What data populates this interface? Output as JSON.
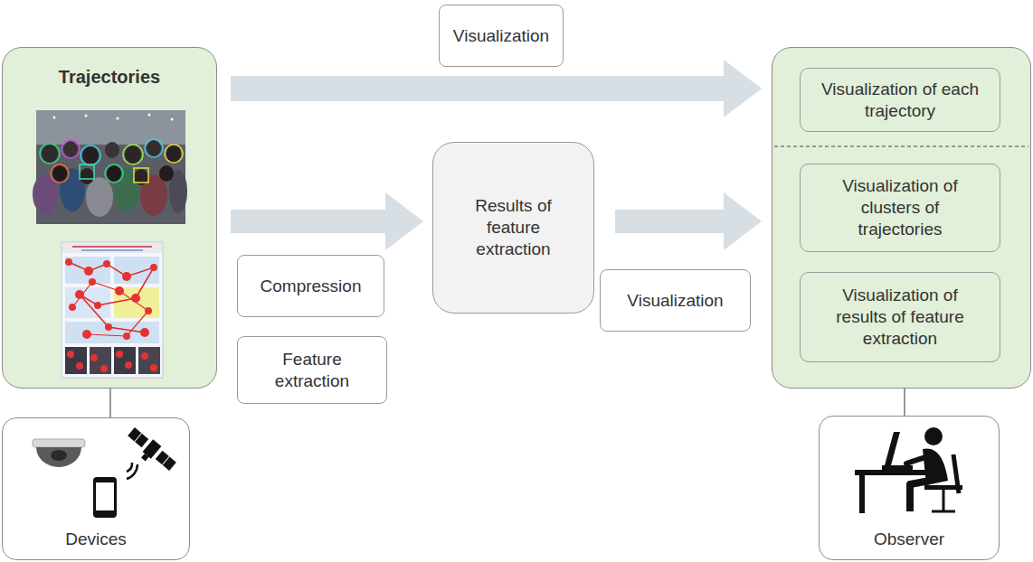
{
  "diagram": {
    "nodes": [
      {
        "text": [
          "Trajectories"
        ]
      },
      {
        "text": [
          "Devices"
        ]
      },
      {
        "text": [
          "Visualization"
        ]
      },
      {
        "text": [
          "Compression"
        ]
      },
      {
        "text": [
          "Feature extraction"
        ]
      },
      {
        "text": [
          "Results of feature extraction"
        ]
      },
      {
        "text": [
          "Visualization"
        ]
      },
      {
        "text": []
      },
      {
        "text": [
          "Visualization of each trajectory"
        ],
        "in": 7
      },
      {
        "text": [
          "Visualization of clusters of trajectories"
        ],
        "in": 7
      },
      {
        "text": [
          "Visualization of results of feature extraction"
        ],
        "in": 7
      },
      {
        "text": [
          "Observer"
        ]
      }
    ],
    "edges": [
      {
        "from": 0,
        "to": 7,
        "arrow": "to"
      },
      {
        "from": 0,
        "to": 5,
        "arrow": "to"
      },
      {
        "from": 5,
        "to": 7,
        "arrow": "to"
      },
      {
        "from": 0,
        "to": 1,
        "arrow": "none"
      },
      {
        "from": 7,
        "to": 11,
        "arrow": "none"
      }
    ]
  }
}
